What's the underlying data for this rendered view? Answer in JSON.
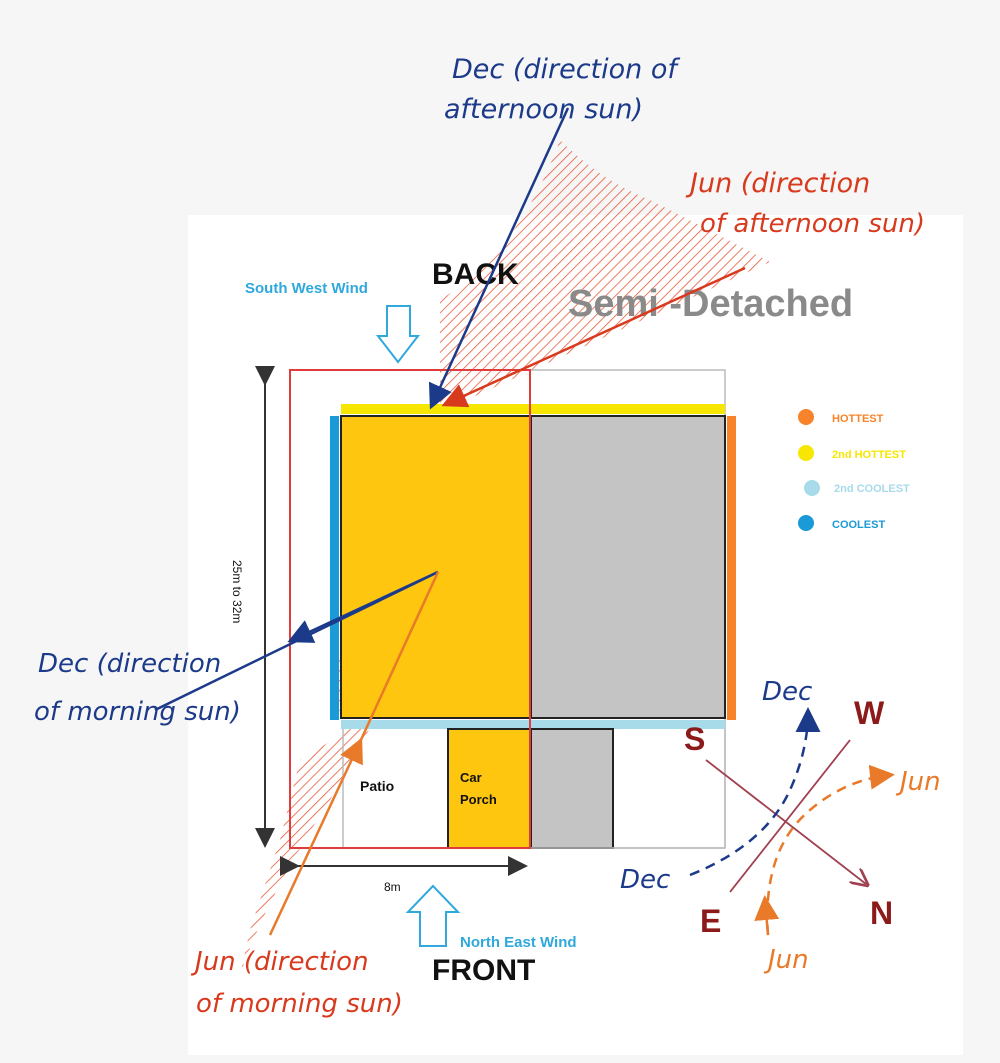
{
  "labels": {
    "back": "BACK",
    "front": "FRONT",
    "house_type": "Semi -Detached",
    "south_west_wind": "South West Wind",
    "north_east_wind": "North East Wind",
    "depth": "25m to 32m",
    "width": "8m",
    "patio": "Patio",
    "car_porch_line1": "Car",
    "car_porch_line2": "Porch"
  },
  "legend": [
    {
      "label": "HOTTEST",
      "color": "#f7842a"
    },
    {
      "label": "2nd HOTTEST",
      "color": "#f7e600"
    },
    {
      "label": "2nd COOLEST",
      "color": "#a7dbea"
    },
    {
      "label": "COOLEST",
      "color": "#1a9ad6"
    }
  ],
  "annotations": {
    "dec_afternoon_1": "Dec (direction of",
    "dec_afternoon_2": "afternoon sun)",
    "jun_afternoon_1": "Jun (direction",
    "jun_afternoon_2": "of afternoon sun)",
    "dec_morning_1": "Dec (direction",
    "dec_morning_2": "of morning sun)",
    "jun_morning_1": "Jun (direction",
    "jun_morning_2": "of morning sun)"
  },
  "compass": {
    "s": "S",
    "w": "W",
    "e": "E",
    "n": "N",
    "dec_top": "Dec",
    "dec_bottom": "Dec",
    "jun_right": "Jun",
    "jun_bottom": "Jun"
  },
  "colors": {
    "house": "#fec60e",
    "neighbour": "#c4c4c4",
    "plot_outline": "#e03c3c",
    "pen_blue": "#1c3a8a",
    "pen_red": "#d83a1e",
    "pen_orange": "#e87a2a",
    "compass_red": "#8c1a1a"
  }
}
